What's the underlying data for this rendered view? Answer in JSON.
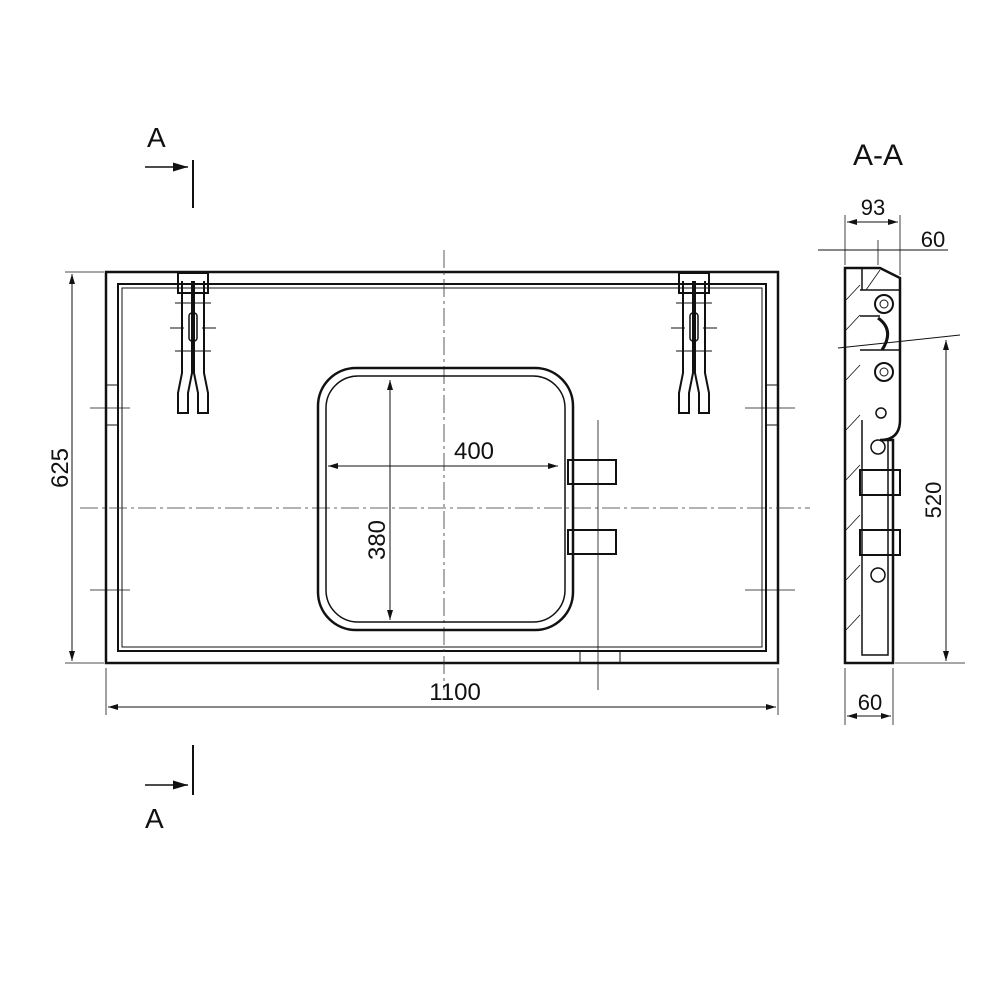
{
  "section_labels": {
    "top": "A",
    "bottom": "A",
    "section_title": "A-A"
  },
  "dimensions": {
    "overall_width": "1100",
    "overall_height": "625",
    "opening_width": "400",
    "opening_height": "380",
    "side_depth_top": "93",
    "side_offset_top": "60",
    "side_mount_height": "520",
    "side_depth_bottom": "60"
  },
  "colors": {
    "line": "#111111",
    "background": "#ffffff"
  }
}
